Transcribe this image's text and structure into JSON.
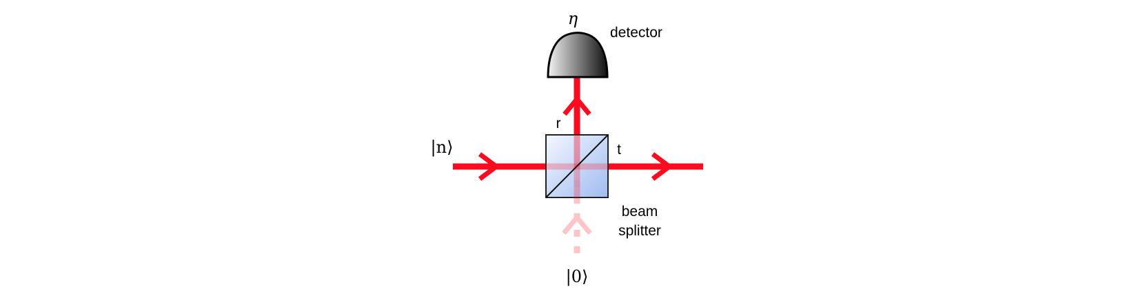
{
  "labels": {
    "eta": "η",
    "detector": "detector",
    "input_ket": "|n⟩",
    "vacuum_ket": "|0⟩",
    "reflected": "r",
    "transmitted": "t",
    "beam_splitter_line1": "beam",
    "beam_splitter_line2": "splitter"
  },
  "colors": {
    "beam": "#ff0a1e",
    "vacuum_beam": "#ffc4c8",
    "splitter_fill_start": "#f2f6ff",
    "splitter_fill_end": "#8fb0ee",
    "detector_dark": "#111111",
    "detector_light": "#f2f2f2"
  }
}
